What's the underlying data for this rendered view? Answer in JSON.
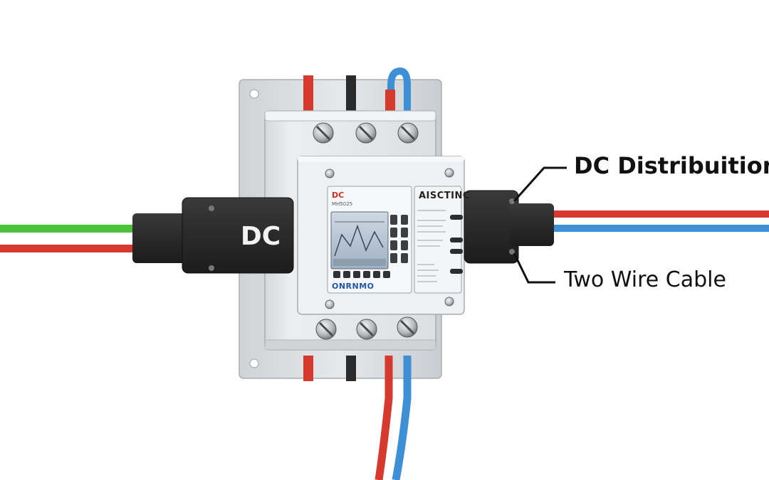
{
  "labels": {
    "distribution": "DC Distribuition",
    "cable": "Two Wire Cable",
    "coupler": "DC"
  },
  "meter": {
    "dc_mark": "DC",
    "title": "AISCTINC",
    "brand": "ONRNMO",
    "model": "MH5025"
  },
  "colors": {
    "wire_red": "#d63a2f",
    "wire_green": "#4cc23a",
    "wire_blue": "#3d8fd6",
    "wire_black": "#2a2a2a",
    "housing": "#e4e6e8",
    "plate": "#d7dadd",
    "coupler": "#2b2b2b",
    "brand_blue": "#1f56a8"
  },
  "icons": [
    "screw-icon",
    "led-indicator-icon",
    "lcd-display-icon"
  ]
}
